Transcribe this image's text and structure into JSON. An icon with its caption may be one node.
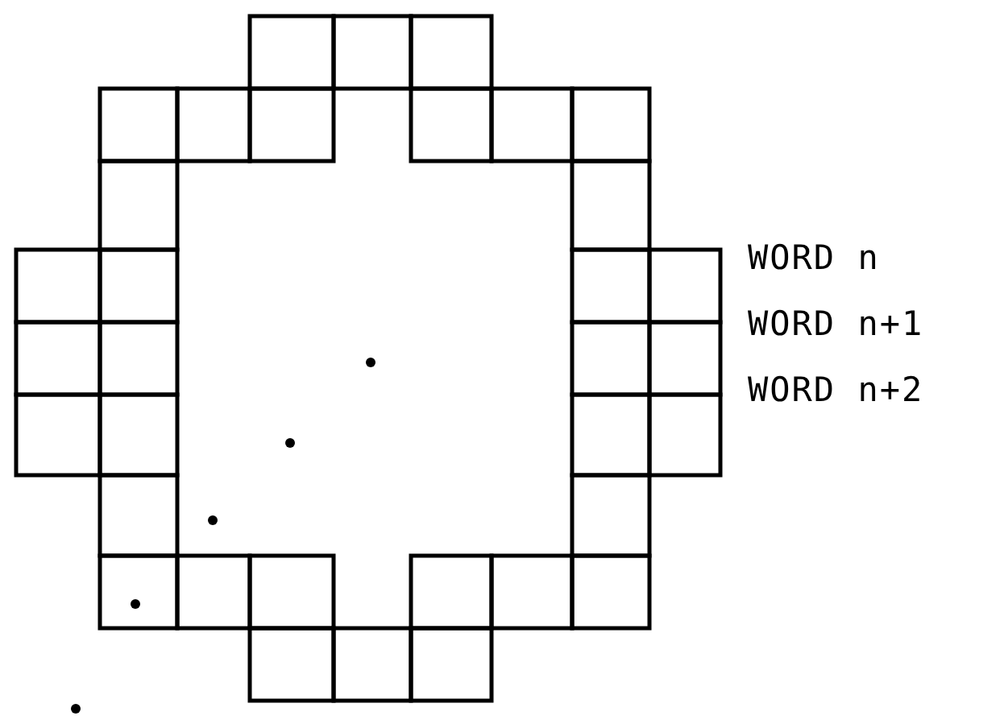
{
  "diagram": {
    "labels": [
      "WORD n",
      "WORD n+1",
      "WORD n+2"
    ]
  }
}
